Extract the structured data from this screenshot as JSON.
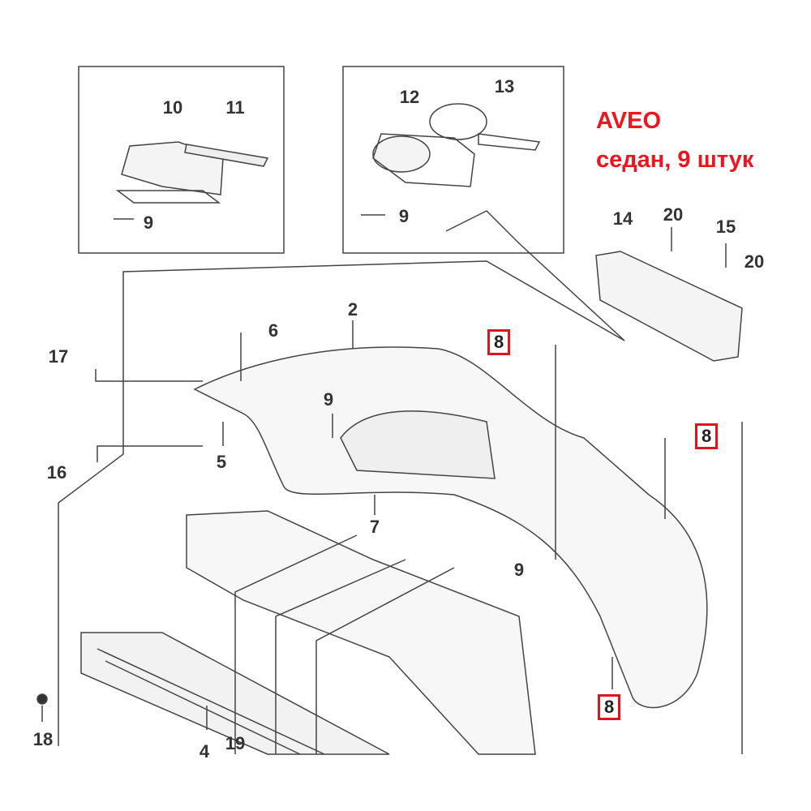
{
  "note": {
    "line1": "AVEO",
    "line2": "седан, 9 штук",
    "color": "#f0141e"
  },
  "callouts": {
    "c10": "10",
    "c11": "11",
    "c9a": "9",
    "c12": "12",
    "c13": "13",
    "c9b": "9",
    "c14": "14",
    "c20a": "20",
    "c15": "15",
    "c20b": "20",
    "c2": "2",
    "c6": "6",
    "c17": "17",
    "c9c": "9",
    "c5": "5",
    "c16": "16",
    "c7": "7",
    "c9d": "9",
    "c18": "18",
    "c4": "4",
    "c19": "19"
  },
  "highlighted": {
    "h1": "8",
    "h2": "8",
    "h3": "8",
    "border_color": "#e0141e"
  }
}
